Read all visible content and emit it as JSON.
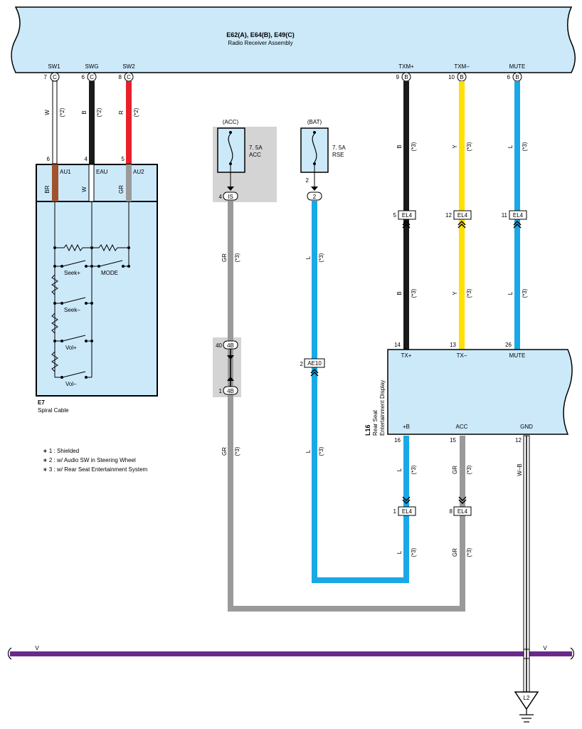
{
  "radio": {
    "ref": "E62(A), E64(B), E49(C)",
    "name": "Radio Receiver Assembly",
    "pins": [
      {
        "label": "SW1",
        "num": "7",
        "conn": "C",
        "wire_color": "W",
        "note": "(*2)"
      },
      {
        "label": "SWG",
        "num": "6",
        "conn": "C",
        "wire_color": "B",
        "note": "(*2)"
      },
      {
        "label": "SW2",
        "num": "8",
        "conn": "C",
        "wire_color": "R",
        "note": "(*2)"
      },
      {
        "label": "TXM+",
        "num": "9",
        "conn": "B",
        "wire_color": "B",
        "note": "(*3)"
      },
      {
        "label": "TXM–",
        "num": "10",
        "conn": "B",
        "wire_color": "Y",
        "note": "(*3)"
      },
      {
        "label": "MUTE",
        "num": "6",
        "conn": "B",
        "wire_color": "L",
        "note": "(*3)"
      }
    ]
  },
  "spiral": {
    "ref": "E7",
    "name": "Spiral Cable",
    "pins": [
      {
        "num": "6",
        "label": "AU1",
        "wire_color": "BR"
      },
      {
        "num": "4",
        "label": "EAU",
        "wire_color": "W"
      },
      {
        "num": "5",
        "label": "AU2",
        "wire_color": "GR"
      }
    ],
    "switches": [
      "Seek+",
      "MODE",
      "Seek–",
      "Vol+",
      "Vol–"
    ]
  },
  "fuses": [
    {
      "source": "(ACC)",
      "rating": "7. 5A",
      "name": "ACC",
      "pin_num": "4",
      "conn": "IS",
      "wire_color": "GR",
      "note": "(*3)"
    },
    {
      "source": "(BAT)",
      "rating": "7. 5A",
      "name": "RSE",
      "pin_num": "2",
      "conn": "2",
      "wire_color": "L",
      "note": "(*3)"
    }
  ],
  "junction_4b": {
    "top_num": "40",
    "bottom_num": "1",
    "label": "4B",
    "wire_color": "GR",
    "note": "(*3)"
  },
  "connector_ae10": {
    "num": "2",
    "label": "AE10",
    "wire_color": "L",
    "note": "(*3)"
  },
  "el4_upper": [
    {
      "num": "5",
      "label": "EL4",
      "wire_color": "B",
      "note": "(*3)"
    },
    {
      "num": "12",
      "label": "EL4",
      "wire_color": "Y",
      "note": "(*3)"
    },
    {
      "num": "11",
      "label": "EL4",
      "wire_color": "L",
      "note": "(*3)"
    }
  ],
  "display": {
    "ref": "L16",
    "name_line1": "Rear Seat",
    "name_line2": "Entertainment Display",
    "top_pins": [
      {
        "num": "14",
        "label": "TX+"
      },
      {
        "num": "13",
        "label": "TX–"
      },
      {
        "num": "26",
        "label": "MUTE"
      }
    ],
    "bottom_pins": [
      {
        "num": "16",
        "label": "+B",
        "wire_color": "L",
        "note": "(*3)"
      },
      {
        "num": "15",
        "label": "ACC",
        "wire_color": "GR",
        "note": "(*3)"
      },
      {
        "num": "12",
        "label": "GND",
        "wire_color": "W–B"
      }
    ]
  },
  "el4_lower": [
    {
      "num": "1",
      "label": "EL4",
      "wire_color": "L",
      "note": "(*3)"
    },
    {
      "num": "8",
      "label": "EL4",
      "wire_color": "GR",
      "note": "(*3)"
    }
  ],
  "notes": [
    "∗ 1 : Shielded",
    "∗ 2 : w/ Audio SW in Steering Wheel",
    "∗ 3 : w/ Rear Seat Entertainment System"
  ],
  "bus": {
    "left_label": "V",
    "right_label": "V"
  },
  "ground": {
    "label": "L2"
  },
  "colors": {
    "box_fill": "#cce9fa",
    "white": "#ffffff",
    "black": "#1a1a1a",
    "red": "#e8202a",
    "yellow": "#ffe000",
    "blue": "#1aa8e6",
    "gray": "#9a9a9a",
    "brown": "#a0522d",
    "violet": "#6a2a8a",
    "shade": "#d4d4d4"
  }
}
